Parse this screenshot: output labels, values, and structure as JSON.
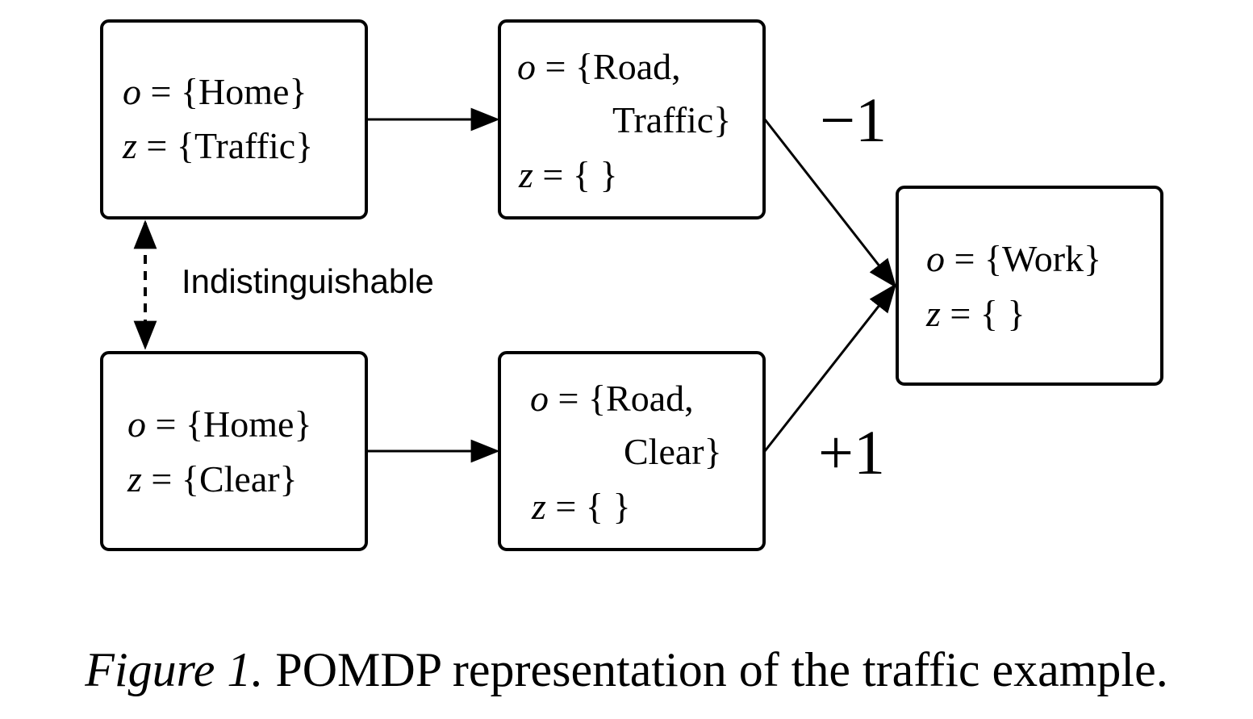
{
  "nodes": {
    "home_traffic": {
      "line1": "{Home}",
      "line2": "{Traffic}"
    },
    "road_traffic": {
      "line1a": "{Road,",
      "line1b": "Traffic}",
      "line2": "{ }"
    },
    "work": {
      "line1": "{Work}",
      "line2": "{ }"
    },
    "home_clear": {
      "line1": "{Home}",
      "line2": "{Clear}"
    },
    "road_clear": {
      "line1a": "{Road,",
      "line1b": "Clear}",
      "line2": "{ }"
    }
  },
  "symbols": {
    "obs_var": "o",
    "hidden_var": "z",
    "equals": "="
  },
  "edges": {
    "traffic_reward": "−1",
    "clear_reward": "+1",
    "indistinguishable": "Indistinguishable"
  },
  "caption": {
    "lead": "Figure 1.",
    "text": "POMDP representation of the traffic example."
  }
}
